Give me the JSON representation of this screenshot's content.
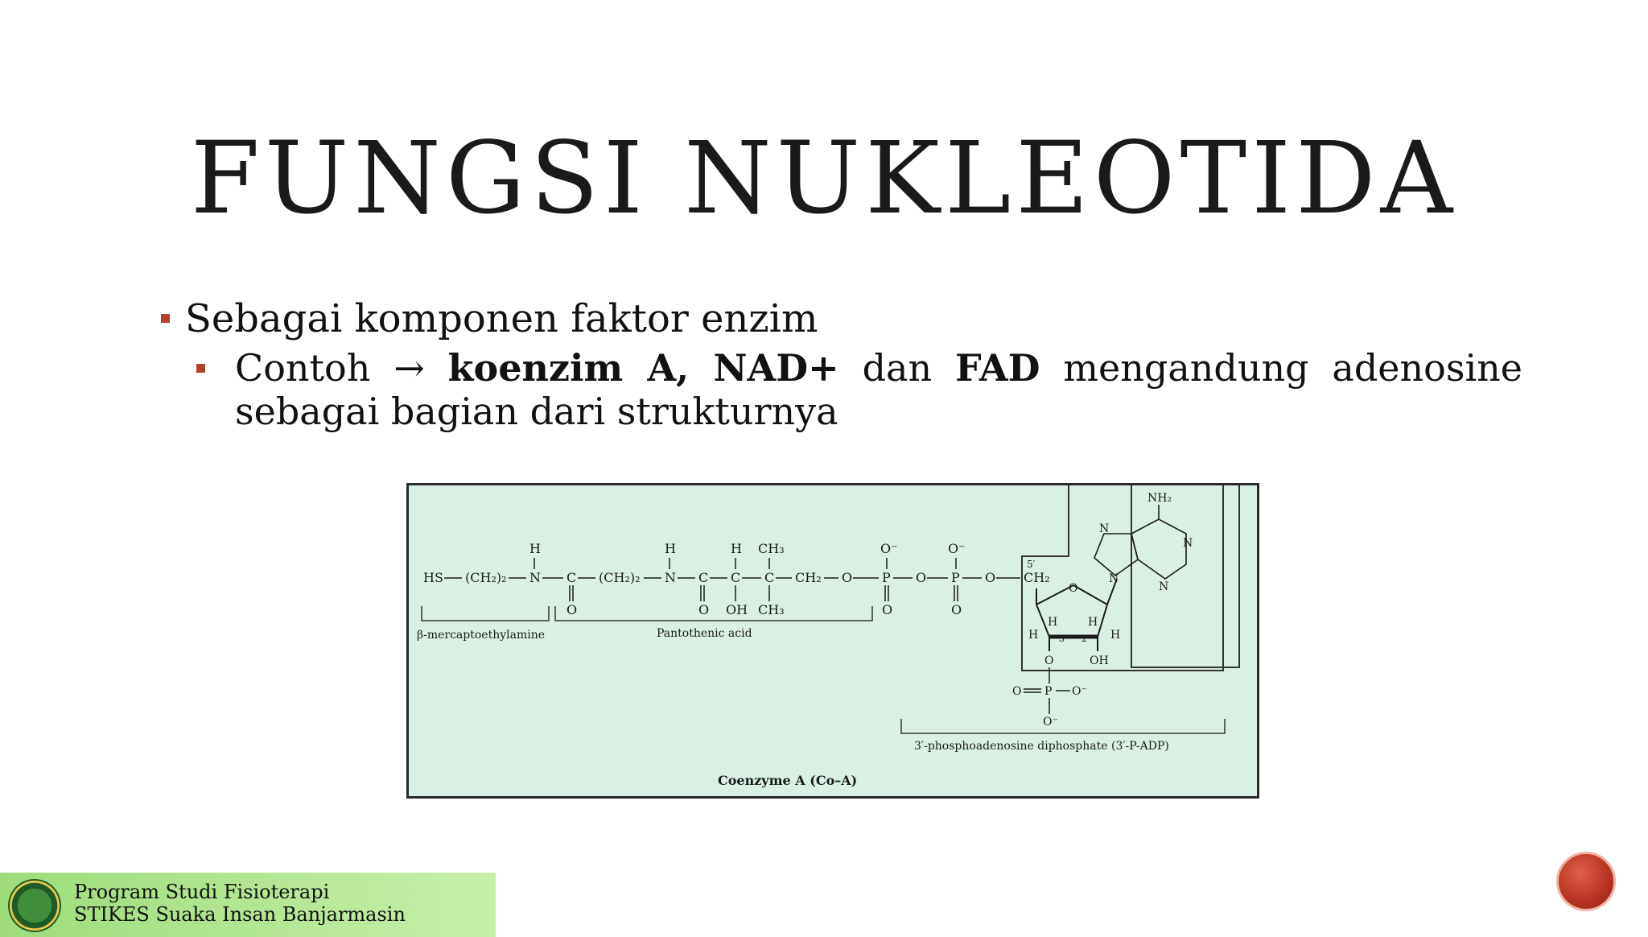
{
  "slide": {
    "title": "FUNGSI NUKLEOTIDA",
    "bullet1": "Sebagai komponen faktor enzim",
    "sub_bullet": {
      "prefix": "Contoh → ",
      "bold1": "koenzim A, NAD+",
      "mid": " dan ",
      "bold2": "FAD",
      "suffix": " mengandung adenosine sebagai bagian dari strukturnya"
    }
  },
  "figure": {
    "caption": "Coenzyme A (Co–A)",
    "label_left": "β-mercaptoethylamine",
    "label_mid": "Pantothenic acid",
    "label_right": "3′-phosphoadenosine diphosphate (3′-P-ADP)",
    "chain": {
      "hs": "HS",
      "ch2_2a": "(CH₂)₂",
      "n1": "N",
      "h1": "H",
      "c1": "C",
      "o1": "O",
      "ch2_2b": "(CH₂)₂",
      "n2": "N",
      "h2": "H",
      "c2": "C",
      "o2": "O",
      "h3": "H",
      "c3": "C",
      "oh1": "OH",
      "ch3a": "CH₃",
      "c4": "C",
      "ch3b": "CH₃",
      "ch2": "CH₂",
      "o3": "O",
      "om1": "O⁻",
      "p1": "P",
      "o4": "O",
      "o5": "O",
      "om2": "O⁻",
      "p2": "P",
      "o6": "O",
      "o7": "O",
      "ch2b": "CH₂",
      "five": "5′"
    },
    "adenine": {
      "nh2": "NH₂",
      "n1": "N",
      "n2": "N",
      "n3": "N",
      "n4": "N"
    },
    "ribose": {
      "o": "O",
      "h1": "H",
      "h2": "H",
      "h3": "H",
      "h4": "H",
      "oh": "OH",
      "three": "3′",
      "two": "2′"
    },
    "phosphate": {
      "o_top": "O",
      "o_left": "O",
      "p": "P",
      "om_right": "O⁻",
      "om_bottom": "O⁻"
    }
  },
  "footer": {
    "line1": "Program Studi Fisioterapi",
    "line2": "STIKES Suaka Insan Banjarmasin"
  }
}
